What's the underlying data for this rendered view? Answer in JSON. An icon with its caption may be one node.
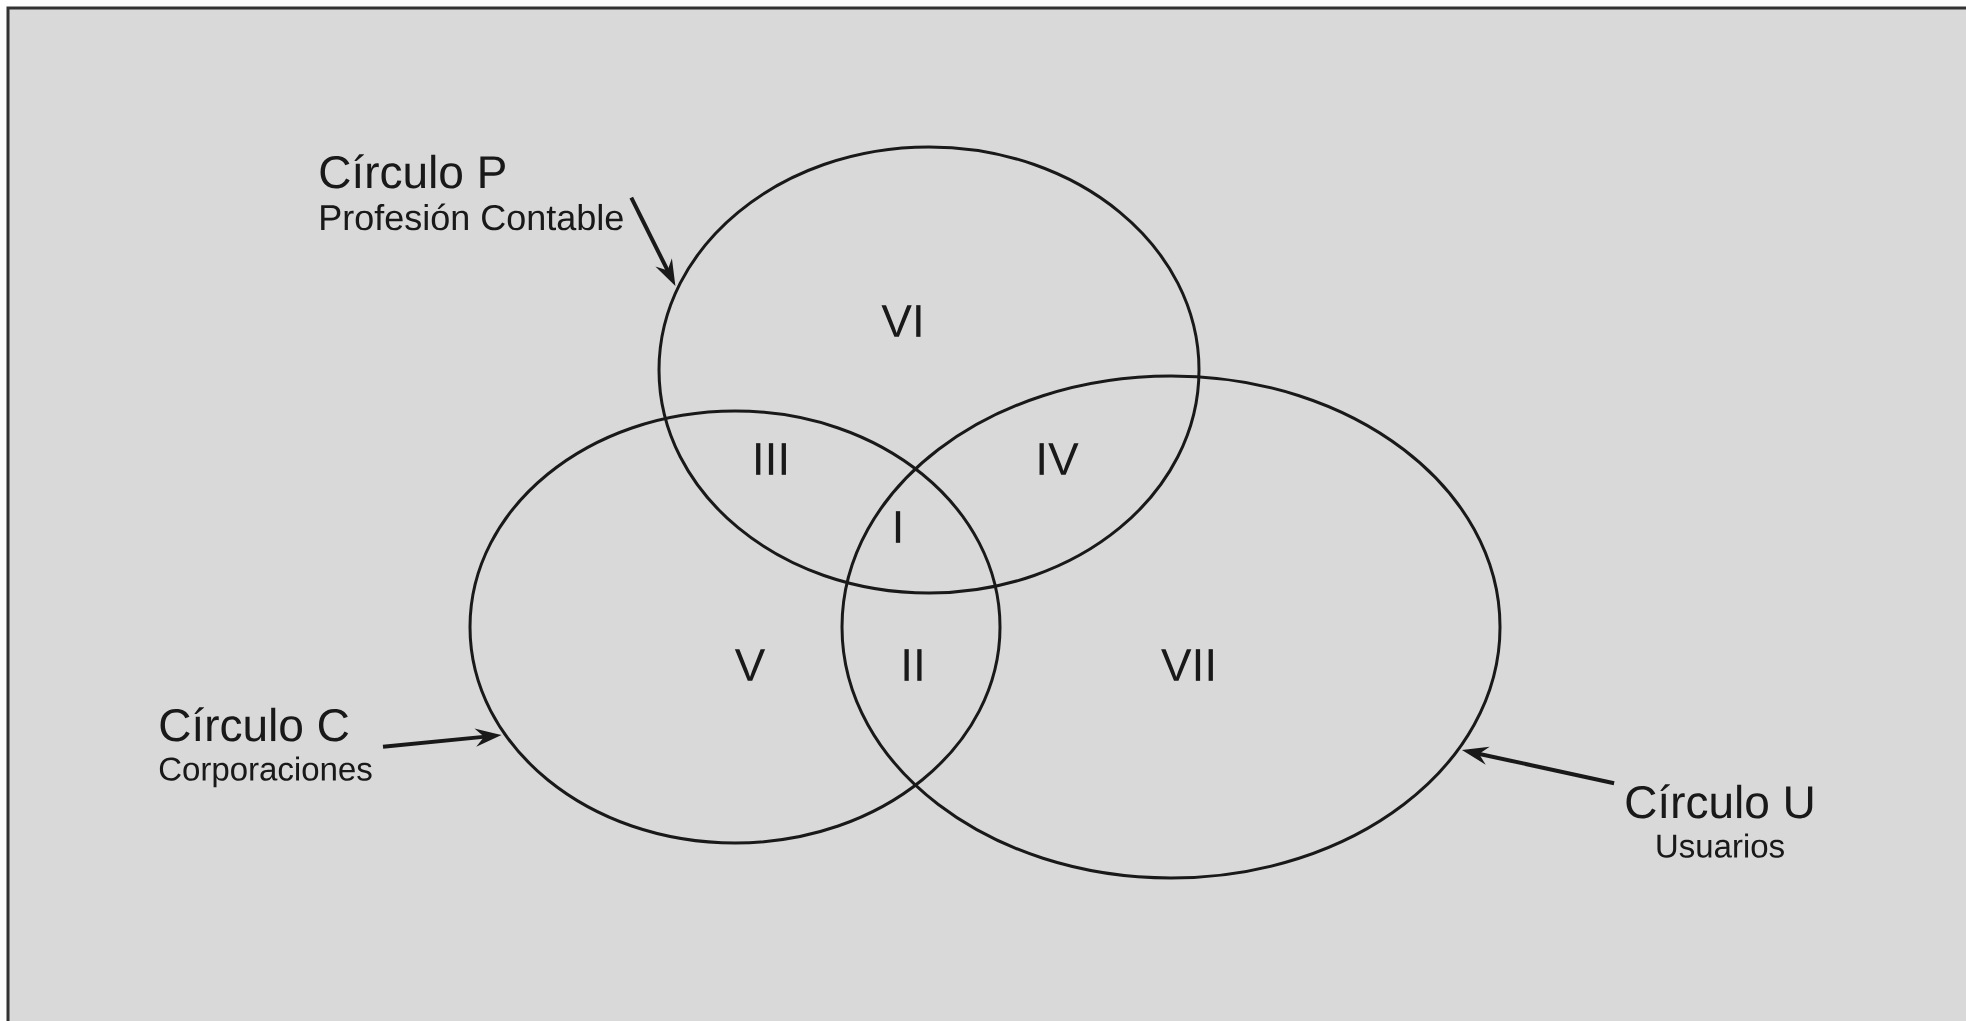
{
  "diagram": {
    "nodes": [
      {
        "text": [
          "Círculo P",
          "Profesión Contable"
        ]
      },
      {
        "text": [],
        "shape": "ellipse"
      },
      {
        "text": [
          "Círculo C",
          "Corporaciones"
        ]
      },
      {
        "text": [],
        "shape": "ellipse"
      },
      {
        "text": [
          "Círculo U",
          "Usuarios"
        ]
      },
      {
        "text": [],
        "shape": "ellipse"
      }
    ],
    "edges": [
      {
        "from": 0,
        "to": 1,
        "arrow": "to"
      },
      {
        "from": 2,
        "to": 3,
        "arrow": "to"
      },
      {
        "from": 4,
        "to": 5,
        "arrow": "to"
      }
    ],
    "labels": [
      "VI",
      "III",
      "IV",
      "I",
      "V",
      "II",
      "VII"
    ]
  }
}
